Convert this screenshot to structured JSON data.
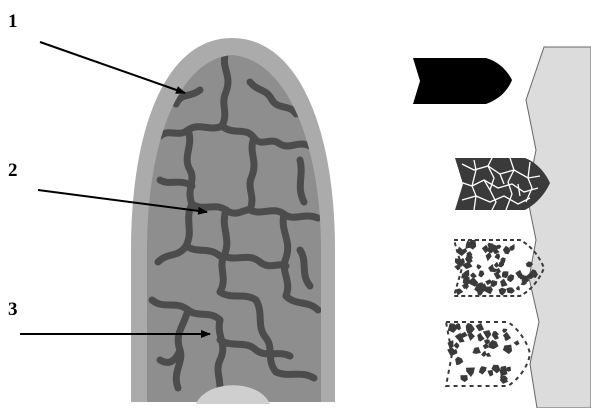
{
  "callouts": [
    {
      "label": "1"
    },
    {
      "label": "2"
    },
    {
      "label": "3"
    }
  ],
  "colors": {
    "jacket": "#ababab",
    "core": "#8e8e8e",
    "crack": "#4c4c4c",
    "wall": "#dcdcdc",
    "bullet_intact": "#000000",
    "fragment": "#3a3a3a",
    "arrow": "#000000"
  },
  "stages": [
    {
      "name": "intact-bullet"
    },
    {
      "name": "cracked-bullet"
    },
    {
      "name": "fragmenting-bullet"
    },
    {
      "name": "shattered-bullet"
    }
  ]
}
